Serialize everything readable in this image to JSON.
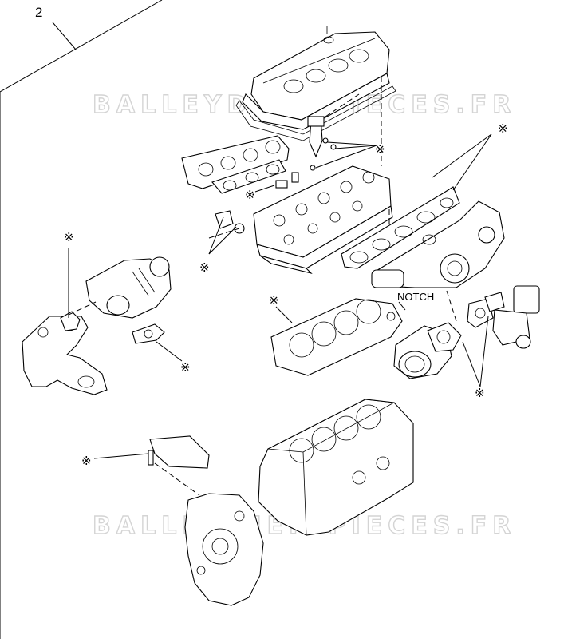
{
  "diagram": {
    "item_number": "2",
    "callout_mark": "※",
    "notch_label": "NOTCH",
    "watermark": "BALLEYDIER-PIECES.FR"
  }
}
